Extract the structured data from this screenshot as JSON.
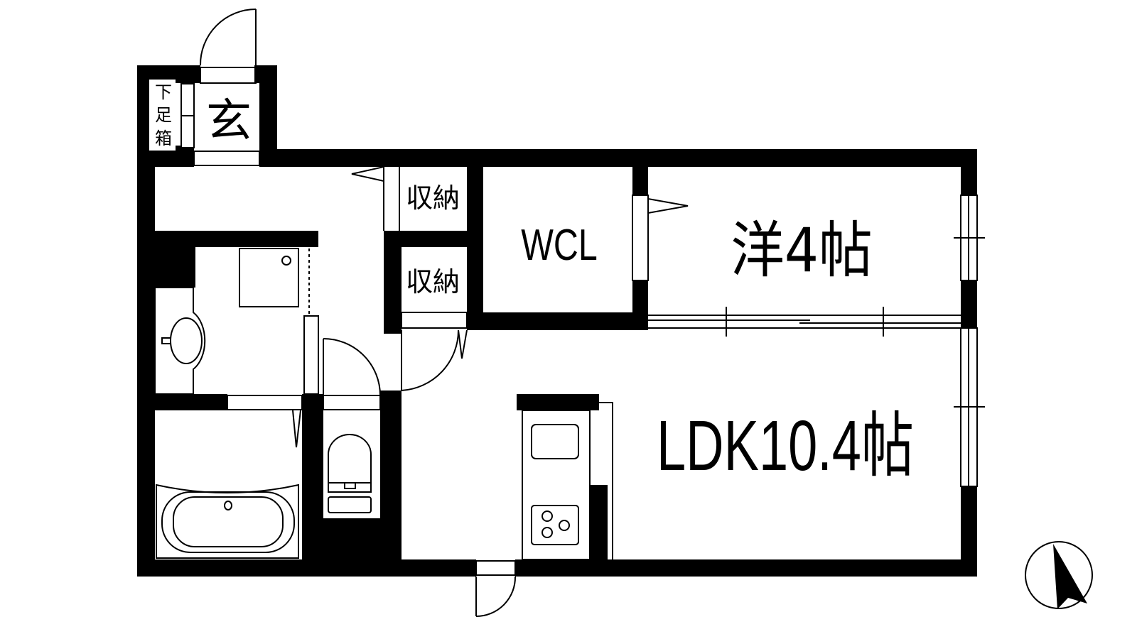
{
  "floor_plan": {
    "rooms": {
      "entrance": "玄",
      "shoe_cabinet": [
        "下",
        "足",
        "箱"
      ],
      "storage_1": "収納",
      "storage_2": "収納",
      "walk_in_closet": "WCL",
      "western_room": "洋4帖",
      "ldk": "LDK10.4帖"
    },
    "icons": {
      "compass": "north-arrow-icon"
    },
    "colors": {
      "wall": "#000000",
      "background": "#ffffff"
    }
  }
}
